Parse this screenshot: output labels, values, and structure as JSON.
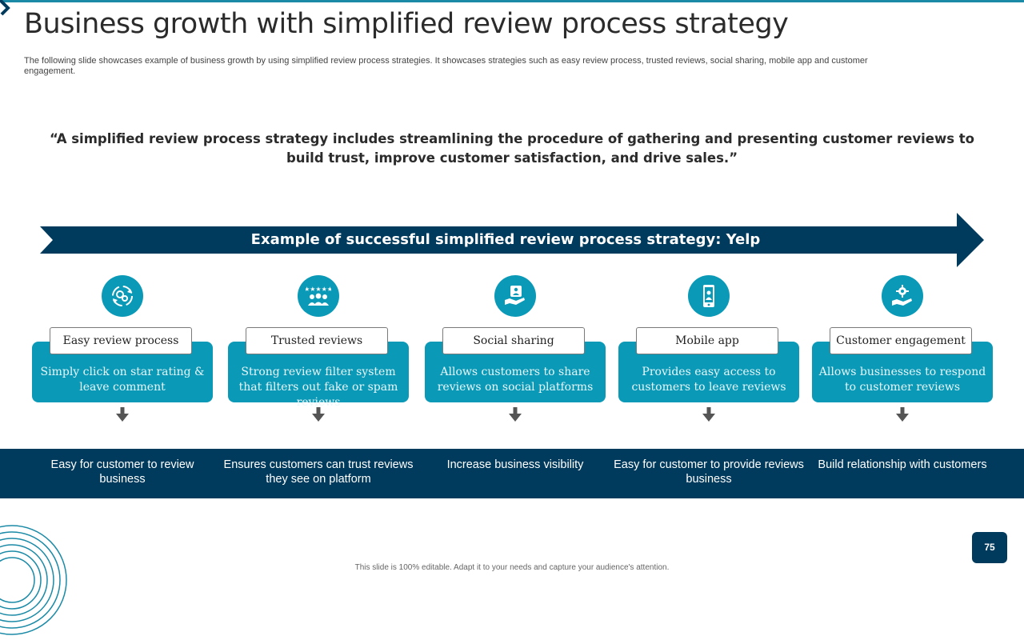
{
  "slide": {
    "title": "Business growth with simplified review process strategy",
    "subtitle": "The following slide showcases example of business growth by using simplified review process strategies. It showcases strategies such as easy review process, trusted reviews, social sharing, mobile app and customer engagement.",
    "quote": "“A simplified review process strategy includes streamlining the procedure of gathering and presenting customer reviews to build trust, improve customer satisfaction, and drive sales.”",
    "banner": "Example of successful simplified review process strategy: Yelp",
    "footer": "This slide is 100% editable. Adapt it to your needs and capture your audience's attention.",
    "page_number": "75"
  },
  "colors": {
    "navy": "#003a5c",
    "teal": "#0a99b6",
    "line": "#1b8aa6"
  },
  "strategies": [
    {
      "icon": "gears-cycle-icon",
      "label": "Easy review process",
      "description": "Simply click on star rating & leave comment",
      "result": "Easy for customer to review business"
    },
    {
      "icon": "stars-people-icon",
      "label": "Trusted reviews",
      "description": "Strong review filter system that filters out fake or spam reviews",
      "result": "Ensures customers can trust reviews they see on platform"
    },
    {
      "icon": "hand-share-icon",
      "label": "Social sharing",
      "description": "Allows customers to share reviews on social platforms",
      "result": "Increase business visibility"
    },
    {
      "icon": "mobile-phone-icon",
      "label": "Mobile app",
      "description": "Provides easy access to customers to leave reviews",
      "result": "Easy for customer to provide reviews business"
    },
    {
      "icon": "hand-gear-icon",
      "label": "Customer engagement",
      "description": "Allows businesses to respond to customer reviews",
      "result": "Build relationship with customers"
    }
  ]
}
